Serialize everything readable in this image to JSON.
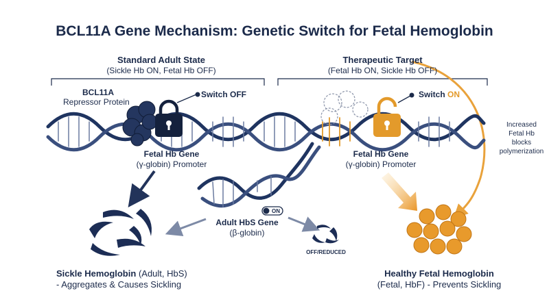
{
  "title": "BCL11A Gene Mechanism: Genetic Switch for Fetal Hemoglobin",
  "left_panel": {
    "heading": "Standard Adult State",
    "subheading": "(Sickle Hb ON, Fetal Hb OFF)",
    "repressor_name": "BCL11A",
    "repressor_desc": "Repressor Protein",
    "switch_label": "Switch OFF",
    "gene_name": "Fetal Hb Gene",
    "gene_desc": "(γ-globin) Promoter",
    "outcome_title": "Sickle Hemoglobin",
    "outcome_tag": "(Adult, HbS)",
    "outcome_desc": "- Aggregates & Causes Sickling"
  },
  "right_panel": {
    "heading": "Therapeutic Target",
    "subheading": "(Fetal Hb ON, Sickle Hb OFF)",
    "switch_prefix": "Switch ",
    "switch_state": "ON",
    "gene_name": "Fetal Hb Gene",
    "gene_desc": "(γ-globin) Promoter",
    "outcome_title": "Healthy Fetal Hemoglobin",
    "outcome_desc": "(Fetal, HbF) - Prevents Sickling",
    "side_note": [
      "Increased",
      "Fetal Hb",
      "blocks",
      "polymerization"
    ]
  },
  "center": {
    "gene_name": "Adult HbS Gene",
    "gene_desc": "(β-globin)",
    "toggle_label": "ON",
    "reduced_label": "OFF/REDUCED"
  },
  "colors": {
    "navy": "#1b2a4a",
    "dark_blue": "#22335a",
    "orange": "#e39a2b",
    "grey_arrow": "#7d8aa6"
  },
  "icons": [
    "lock-icon",
    "unlock-icon",
    "toggle-icon",
    "sickle-cell-icon",
    "fetal-cell-icon",
    "repressor-protein-icon"
  ]
}
